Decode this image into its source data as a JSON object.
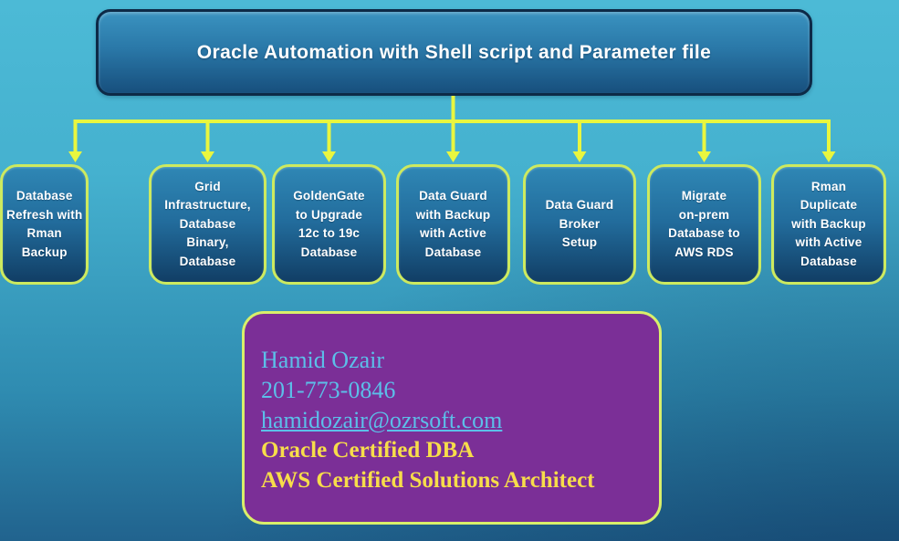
{
  "title": "Oracle Automation with Shell script and Parameter file",
  "nodes": [
    {
      "label": "Grid\nInfrastructure,\nDatabase\nBinary,\nDatabase"
    },
    {
      "label": "GoldenGate\nto Upgrade\n12c to 19c\nDatabase"
    },
    {
      "label": "Data Guard\nwith Backup\nwith Active\nDatabase"
    },
    {
      "label": "Data Guard\nBroker\nSetup"
    },
    {
      "label": "Migrate\non-prem\nDatabase to\nAWS RDS"
    },
    {
      "label": "Rman\nDuplicate\nwith Backup\nwith Active\nDatabase"
    },
    {
      "label": "Database\nRefresh with\nRman\nBackup"
    }
  ],
  "contact": {
    "name": "Hamid Ozair",
    "phone": "201-773-0846",
    "email": "hamidozair@ozrsoft.com",
    "cert1": "Oracle Certified DBA",
    "cert2": "AWS Certified Solutions Architect"
  },
  "colors": {
    "arrow": "#e9f63f",
    "node-border": "#cdea5f",
    "node-top": "#2f87b5",
    "node-bottom": "#113e65",
    "title-border": "#0d2a47",
    "title-top": "#3a93c0",
    "title-bottom": "#174f7d",
    "contact-bg": "#7b2f97",
    "contact-border": "#d9ef6a",
    "contact-text": "#5cbfe9",
    "cert-text": "#f7dd4a",
    "bg-top": "#4cbad6",
    "bg-bottom": "#21638e"
  }
}
